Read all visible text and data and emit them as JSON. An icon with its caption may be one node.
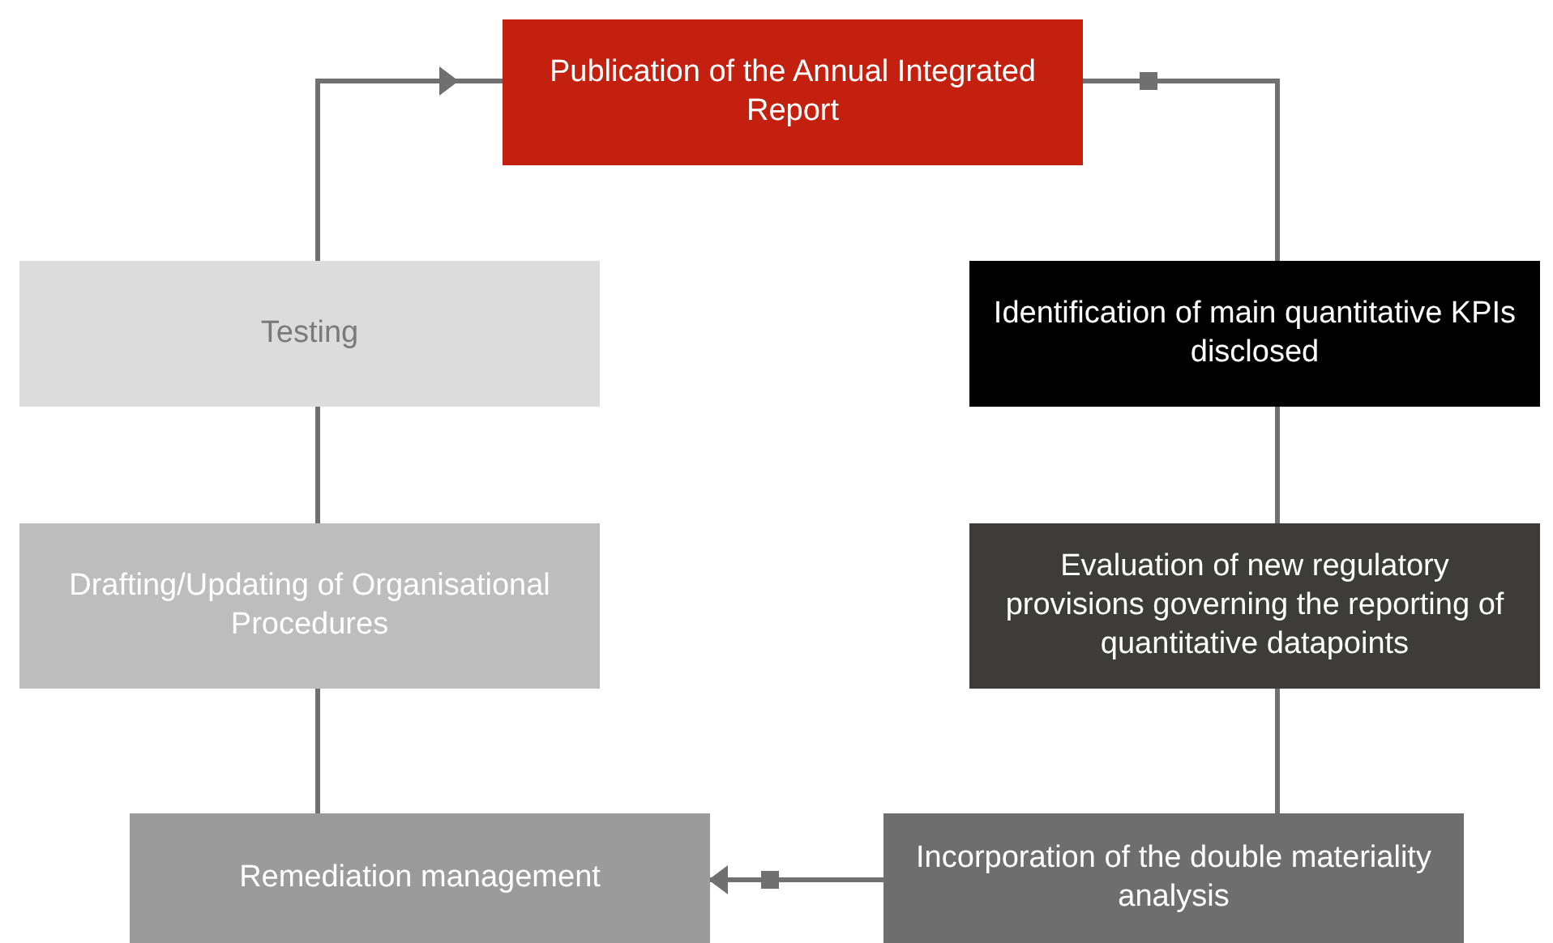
{
  "diagram": {
    "nodes": [
      {
        "text": [
          "Publication of the Annual Integrated Report"
        ]
      },
      {
        "text": [
          "Identification of main quantitative KPIs disclosed"
        ]
      },
      {
        "text": [
          "Evaluation of new regulatory provisions governing the reporting of quantitative datapoints"
        ]
      },
      {
        "text": [
          "Incorporation of the double materiality analysis"
        ]
      },
      {
        "text": [
          "Remediation management"
        ]
      },
      {
        "text": [
          "Drafting/Updating of Organisational Procedures"
        ]
      },
      {
        "text": [
          "Testing"
        ]
      }
    ],
    "edges": [
      {
        "from": 0,
        "to": 1,
        "arrow": "other"
      },
      {
        "from": 1,
        "to": 2,
        "arrow": "none"
      },
      {
        "from": 2,
        "to": 3,
        "arrow": "none"
      },
      {
        "from": 3,
        "to": 4,
        "arrow": "to"
      },
      {
        "from": 4,
        "to": 5,
        "arrow": "none"
      },
      {
        "from": 5,
        "to": 6,
        "arrow": "none"
      },
      {
        "from": 6,
        "to": 0,
        "arrow": "to"
      }
    ]
  }
}
